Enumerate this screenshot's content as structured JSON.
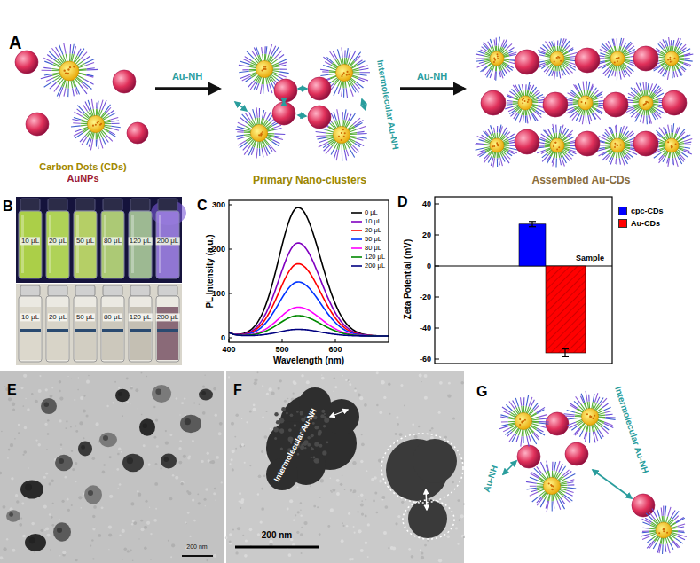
{
  "diagram": {
    "nodes": [
      {
        "text": [
          "Carbon Dots (CDs)",
          "AuNPs"
        ]
      },
      {
        "text": [
          "Primary Nano-clusters"
        ]
      },
      {
        "text": [
          "Assembled Au-CDs"
        ]
      }
    ],
    "edges": [
      {
        "from": 0,
        "to": 1,
        "label": "Au-NH",
        "arrow": "to"
      },
      {
        "from": 1,
        "to": 2,
        "label": "Au-NH",
        "arrow": "to"
      }
    ],
    "labels": [
      "A",
      "Intermolecular Au-NH",
      "B",
      "10 μL",
      "20 μL",
      "50 μL",
      "80 μL",
      "120 μL",
      "200 μL",
      "10 μL",
      "20 μL",
      "50 μL",
      "80 μL",
      "120 μL",
      "200 μL",
      "C",
      "PL Intensity (a.u.)",
      "Wavelength (nm)",
      "0",
      "100",
      "200",
      "300",
      "400",
      "500",
      "600",
      "D",
      "Zeta Potential (mV)",
      "40",
      "20",
      "0",
      "-20",
      "-40",
      "-60",
      "Sample",
      "E",
      "200 nm",
      "F",
      "Intermolecular Au-NH",
      "200 nm",
      "G",
      "Au-NH",
      "Intermolecular Au-NH"
    ],
    "legend": [
      {
        "text": "0 μL"
      },
      {
        "text": "10 μL"
      },
      {
        "text": "20 μL"
      },
      {
        "text": "50 μL"
      },
      {
        "text": "80 μL"
      },
      {
        "text": "120 μL"
      },
      {
        "text": "200 μL"
      },
      {
        "text": "cpc-CDs",
        "color": "#0000ff"
      },
      {
        "text": "Au-CDs",
        "color": "#ff0000"
      }
    ]
  }
}
